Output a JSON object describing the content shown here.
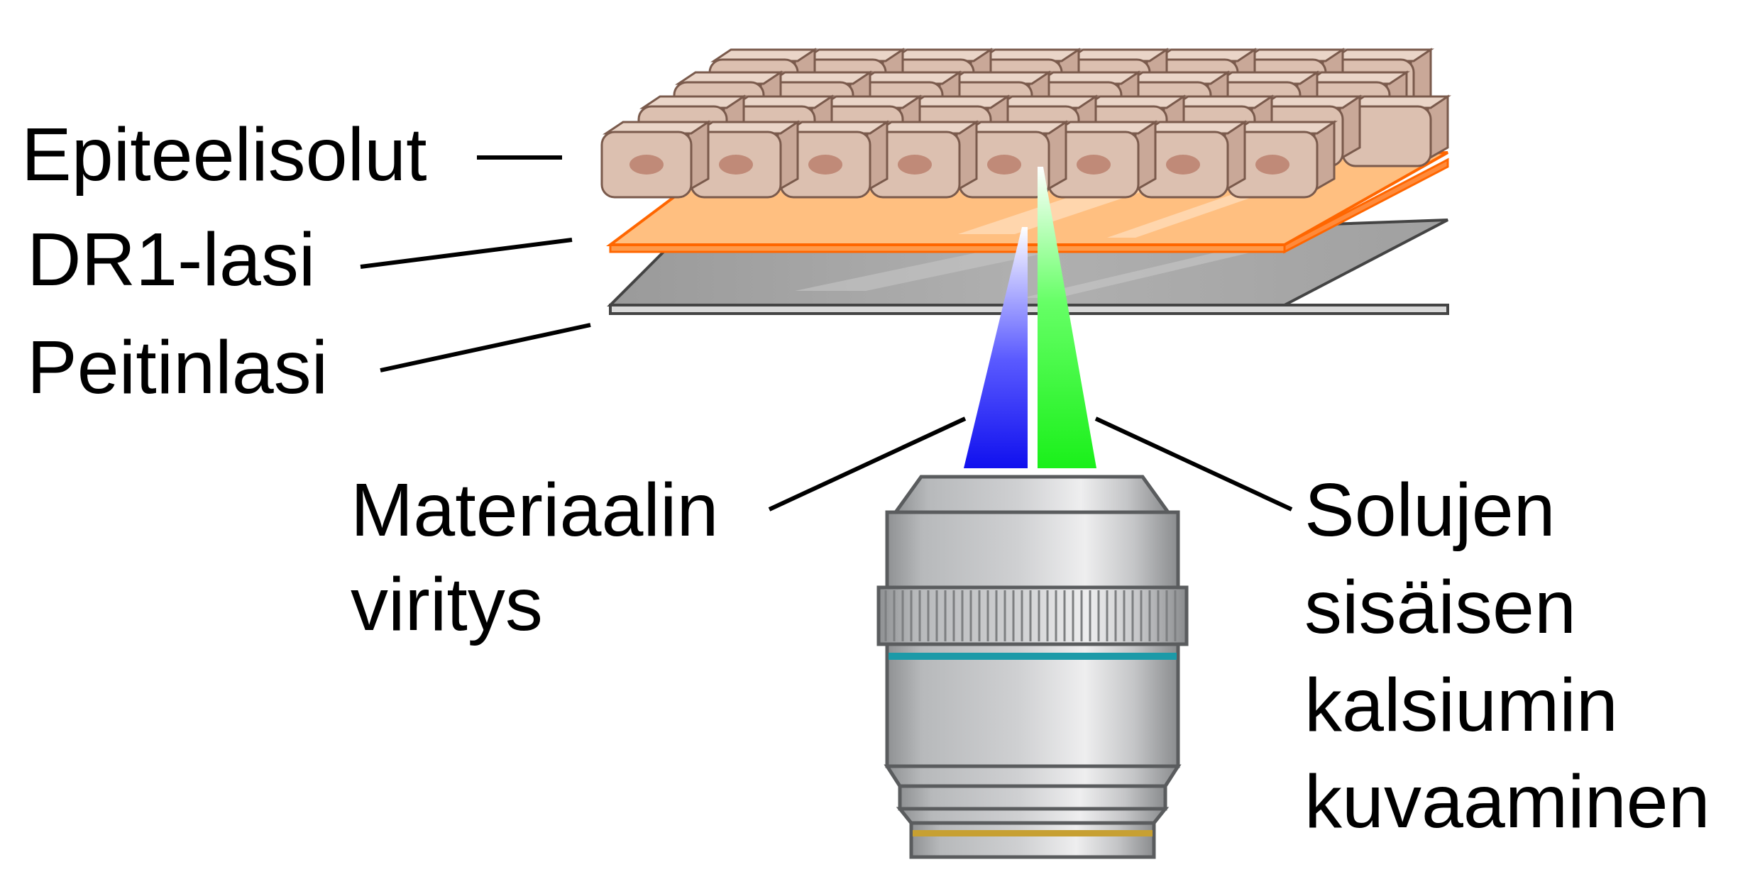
{
  "labels": {
    "epithelial": "Epiteelisolut",
    "dr1_glass": "DR1-lasi",
    "coverslip": "Peitinlasi",
    "excitation_line1": "Materiaalin",
    "excitation_line2": "viritys",
    "imaging_line1": "Solujen",
    "imaging_line2": "sisäisen",
    "imaging_line3": "kalsiumin",
    "imaging_line4": "kuvaaminen"
  },
  "colors": {
    "cell_fill": "#dcc0b0",
    "cell_nucleus": "#c08a78",
    "dr1_glass": "#ffbf80",
    "dr1_edge": "#ff6600",
    "coverslip": "#a6a6a6",
    "excitation_beam": "#1a1aff",
    "imaging_beam": "#22ff22",
    "objective_body": "#c8c9cb",
    "objective_band": "#1c9aa8",
    "objective_ring": "#c7a032"
  }
}
